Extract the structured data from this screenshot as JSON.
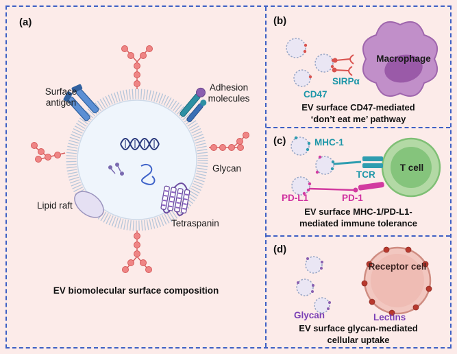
{
  "panels": {
    "a": {
      "tag": "(a)",
      "labels": {
        "surface_antigen": "Surface\nantigen",
        "adhesion_molecules": "Adhesion\nmolecules",
        "glycan": "Glycan",
        "lipid_raft": "Lipid raft",
        "tetraspanin": "Tetraspanin"
      },
      "caption": "EV biomolecular surface composition"
    },
    "b": {
      "tag": "(b)",
      "labels": {
        "macrophage": "Macrophage",
        "sirpa": "SIRPα",
        "cd47": "CD47"
      },
      "caption": "EV surface CD47-mediated\n‘don’t eat me’ pathway"
    },
    "c": {
      "tag": "(c)",
      "labels": {
        "mhc1": "MHC-1",
        "tcr": "TCR",
        "t_cell": "T cell",
        "pdl1": "PD-L1",
        "pd1": "PD-1"
      },
      "caption": "EV surface MHC-1/PD-L1-\nmediated immune tolerance"
    },
    "d": {
      "tag": "(d)",
      "labels": {
        "receptor_cell": "Receptor cell",
        "glycan": "Glycan",
        "lectins": "Lectins"
      },
      "caption": "EV surface glycan-mediated\ncellular uptake"
    }
  },
  "colors": {
    "background": "#fcebe9",
    "panel_border": "#3d5fc4",
    "teal_label": "#1d96a8",
    "magenta_label": "#cf2f9f",
    "purple_label": "#7a3fb5",
    "glycan_red": "#e36060",
    "membrane_blue": "#b6c6da",
    "macrophage_purple": "#c18fc9",
    "t_cell_green": "#85c47c",
    "receptor_cell_pink": "#f2c7c0"
  }
}
